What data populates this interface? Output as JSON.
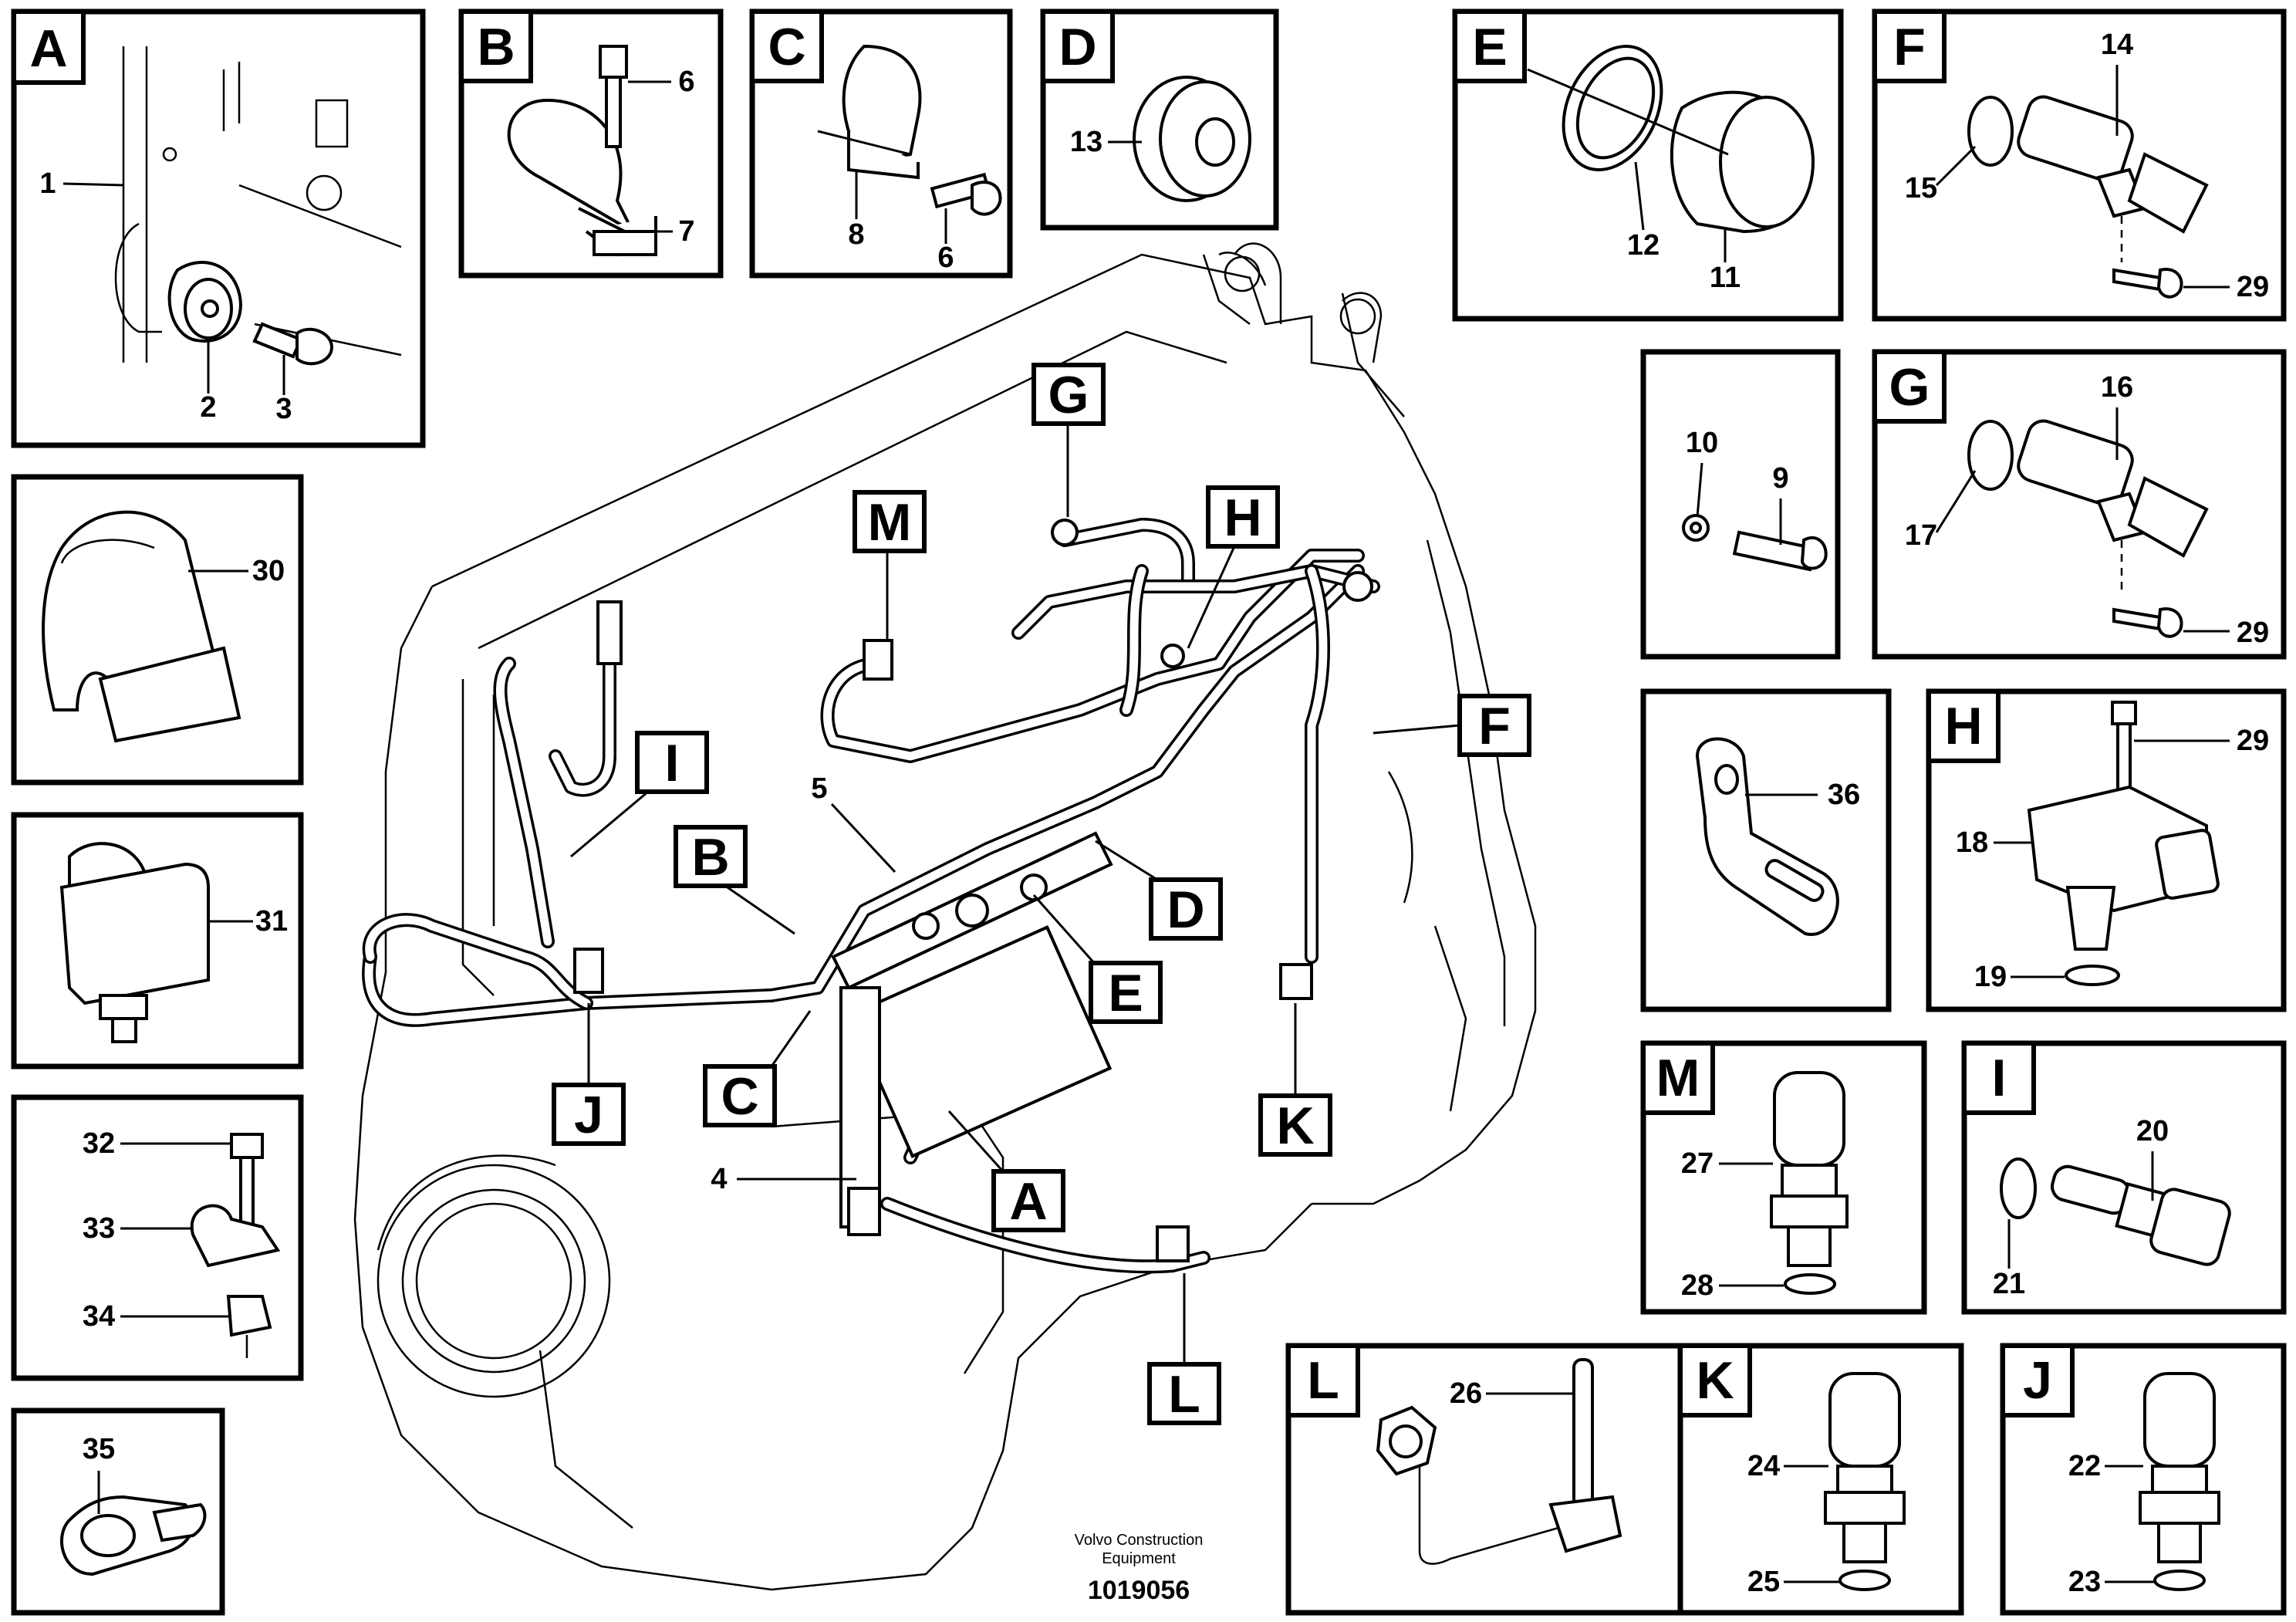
{
  "callouts": {
    "A": "A",
    "B": "B",
    "C": "C",
    "D": "D",
    "E": "E",
    "F": "F",
    "G": "G",
    "H": "H",
    "I": "I",
    "J": "J",
    "K": "K",
    "L": "L",
    "M": "M"
  },
  "part_numbers": {
    "n1": "1",
    "n2": "2",
    "n3": "3",
    "n4": "4",
    "n5": "5",
    "n6": "6",
    "n7": "7",
    "n8": "8",
    "n9": "9",
    "n10": "10",
    "n11": "11",
    "n12": "12",
    "n13": "13",
    "n14": "14",
    "n15": "15",
    "n16": "16",
    "n17": "17",
    "n18": "18",
    "n19": "19",
    "n20": "20",
    "n21": "21",
    "n22": "22",
    "n23": "23",
    "n24": "24",
    "n25": "25",
    "n26": "26",
    "n27": "27",
    "n28": "28",
    "n29": "29",
    "n30": "30",
    "n31": "31",
    "n32": "32",
    "n33": "33",
    "n34": "34",
    "n35": "35",
    "n36": "36"
  },
  "footer": {
    "credit_line1": "Volvo Construction",
    "credit_line2": "Equipment",
    "document_number": "1019056"
  }
}
